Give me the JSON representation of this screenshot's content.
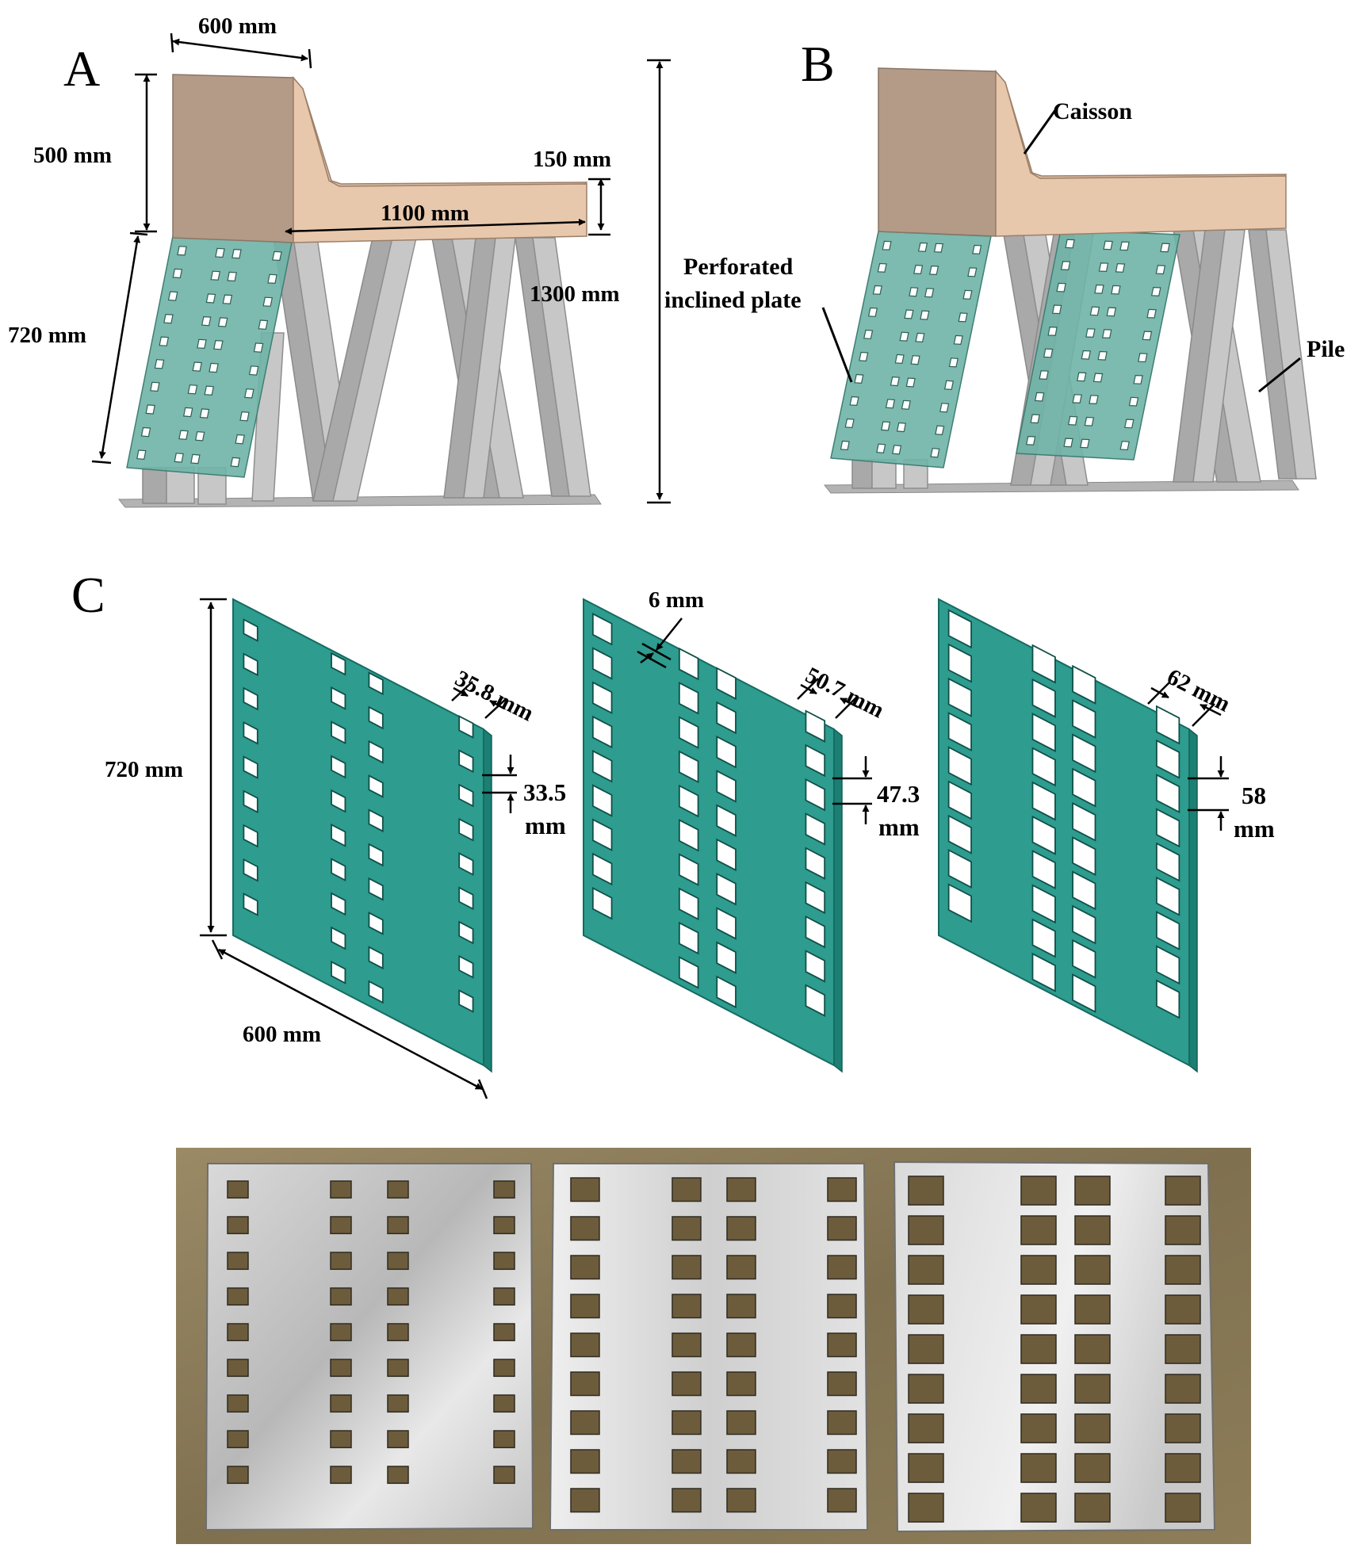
{
  "panels": {
    "a": {
      "label": "A",
      "dims": {
        "width_top": "600 mm",
        "height_caisson": "500 mm",
        "slab_thickness": "150 mm",
        "length": "1100 mm",
        "total_height": "1300 mm",
        "plate_length": "720 mm"
      }
    },
    "b": {
      "label": "B",
      "callouts": {
        "caisson": "Caisson",
        "plate_line1": "Perforated",
        "plate_line2": "inclined plate",
        "pile": "Pile"
      }
    },
    "c": {
      "label": "C",
      "plate_height": "720 mm",
      "plate_width": "600 mm",
      "plate_thickness": "6 mm",
      "plates": [
        {
          "hole_width": "35.8 mm",
          "hole_height_value": "33.5",
          "hole_height_unit": "mm"
        },
        {
          "hole_width": "50.7 mm",
          "hole_height_value": "47.3",
          "hole_height_unit": "mm"
        },
        {
          "hole_width": "62 mm",
          "hole_height_value": "58",
          "hole_height_unit": "mm"
        }
      ]
    }
  },
  "colors": {
    "caisson_front": "#e8c8ad",
    "caisson_side": "#b49b88",
    "plate": "#2e9c8f",
    "pile": "#c7c7c7",
    "photo_background": "#8a7a55",
    "photo_plate": "#d7d9db"
  }
}
